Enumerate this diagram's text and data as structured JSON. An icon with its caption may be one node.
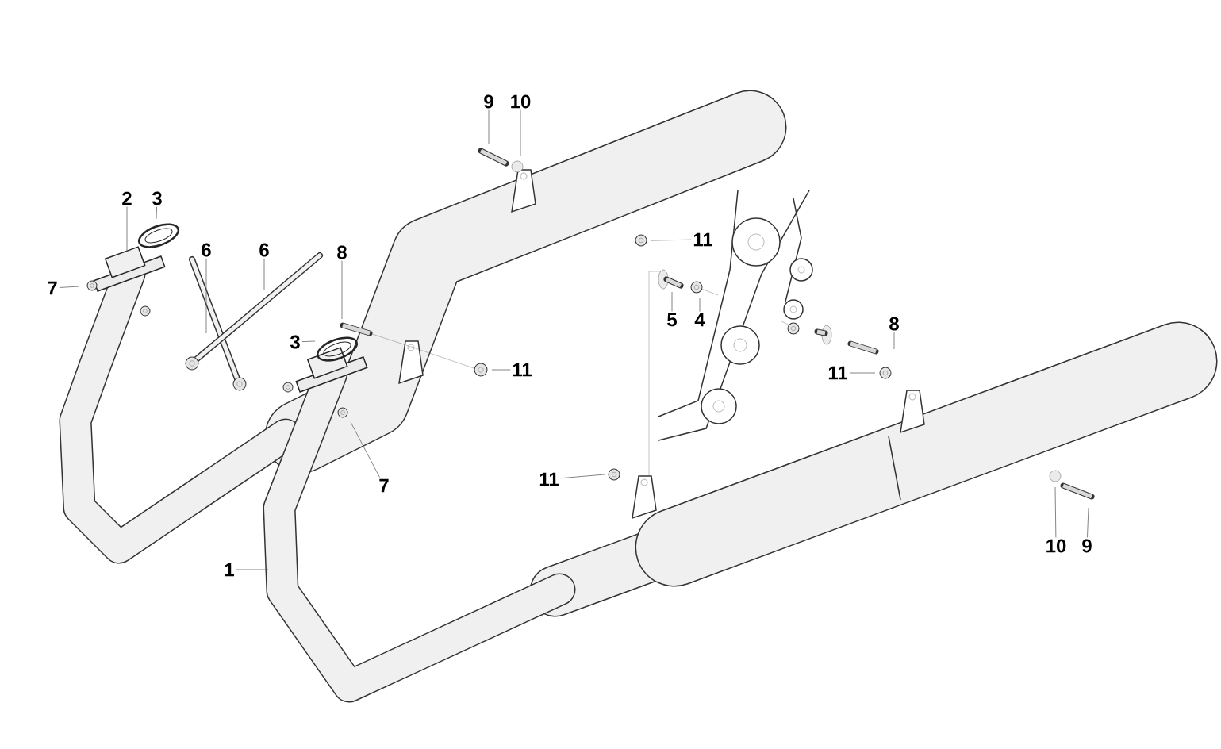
{
  "diagram": {
    "nodes": [
      {
        "text": [
          "2"
        ]
      },
      {
        "text": [
          "3"
        ]
      },
      {
        "text": [
          "7"
        ]
      },
      {
        "text": [
          "6"
        ]
      },
      {
        "text": [
          "6"
        ]
      },
      {
        "text": [
          "8"
        ]
      },
      {
        "text": [
          "3"
        ]
      },
      {
        "text": [
          "7"
        ]
      },
      {
        "text": [
          "9"
        ]
      },
      {
        "text": [
          "10"
        ]
      },
      {
        "text": [
          "11"
        ]
      },
      {
        "text": [
          "5"
        ]
      },
      {
        "text": [
          "4"
        ]
      },
      {
        "text": [
          "8"
        ]
      },
      {
        "text": [
          "11"
        ]
      },
      {
        "text": [
          "11"
        ]
      },
      {
        "text": [
          "11"
        ]
      },
      {
        "text": [
          "10"
        ]
      },
      {
        "text": [
          "9"
        ]
      },
      {
        "text": [
          "1"
        ]
      }
    ],
    "edges": [
      {
        "from": 0,
        "to": null,
        "arrow": "none"
      },
      {
        "from": 1,
        "to": null,
        "arrow": "none"
      },
      {
        "from": 2,
        "to": null,
        "arrow": "none"
      },
      {
        "from": 3,
        "to": null,
        "arrow": "none"
      },
      {
        "from": 4,
        "to": null,
        "arrow": "none"
      },
      {
        "from": 5,
        "to": null,
        "arrow": "none"
      },
      {
        "from": 6,
        "to": null,
        "arrow": "none"
      },
      {
        "from": 7,
        "to": null,
        "arrow": "none"
      },
      {
        "from": 8,
        "to": null,
        "arrow": "none"
      },
      {
        "from": 9,
        "to": null,
        "arrow": "none"
      },
      {
        "from": 10,
        "to": null,
        "arrow": "none"
      },
      {
        "from": 11,
        "to": null,
        "arrow": "none"
      },
      {
        "from": 12,
        "to": null,
        "arrow": "none"
      },
      {
        "from": 13,
        "to": null,
        "arrow": "none"
      },
      {
        "from": 14,
        "to": null,
        "arrow": "none"
      },
      {
        "from": 15,
        "to": null,
        "arrow": "none"
      },
      {
        "from": 16,
        "to": null,
        "arrow": "none"
      },
      {
        "from": 17,
        "to": null,
        "arrow": "none"
      },
      {
        "from": 18,
        "to": null,
        "arrow": "none"
      },
      {
        "from": 19,
        "to": null,
        "arrow": "none"
      }
    ]
  }
}
